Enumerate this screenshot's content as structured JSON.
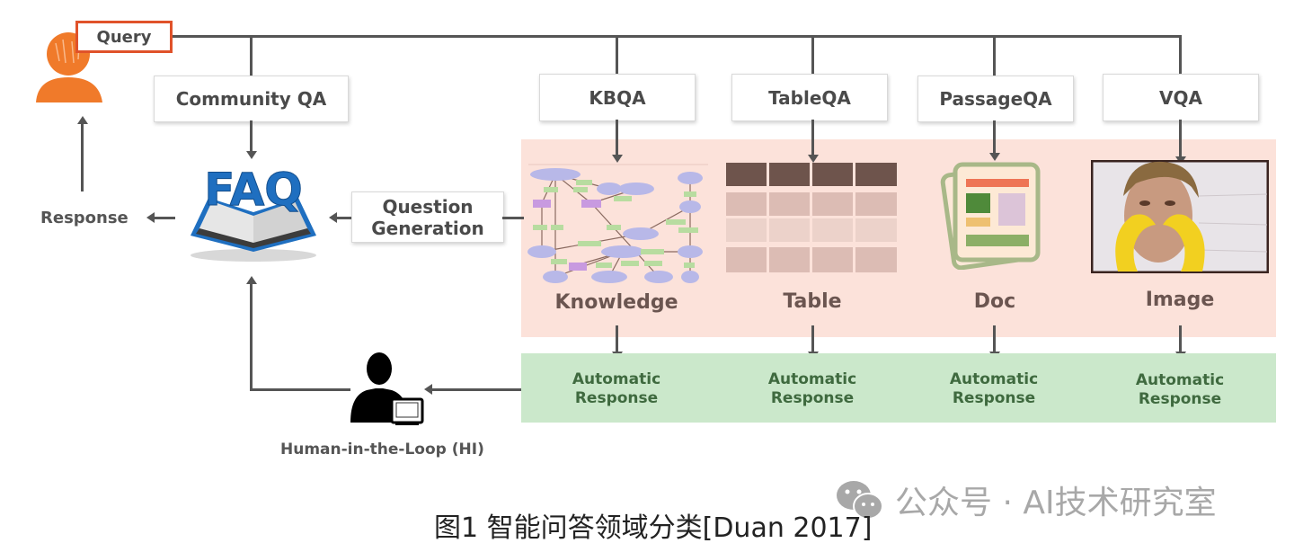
{
  "diagram": {
    "query": "Query",
    "response": "Response",
    "community_qa": "Community QA",
    "faq": "FAQ",
    "question_generation": [
      "Question",
      "Generation"
    ],
    "human_in_loop": "Human-in-the-Loop (HI)",
    "qa_types": [
      {
        "label": "KBQA",
        "resource": "Knowledge",
        "output": [
          "Automatic",
          "Response"
        ]
      },
      {
        "label": "TableQA",
        "resource": "Table",
        "output": [
          "Automatic",
          "Response"
        ]
      },
      {
        "label": "PassageQA",
        "resource": "Doc",
        "output": [
          "Automatic",
          "Response"
        ]
      },
      {
        "label": "VQA",
        "resource": "Image",
        "output": [
          "Automatic",
          "Response"
        ]
      }
    ],
    "icons": {
      "user": "user-orange-icon",
      "faq_book": "faq-book-icon",
      "knowledge_graph": "knowledge-graph-icon",
      "table": "table-icon",
      "doc": "document-icon",
      "image": "photo-image",
      "human": "human-operator-icon"
    },
    "colors": {
      "query_border": "#e0522a",
      "user_orange": "#f07a2a",
      "resource_panel": "#fce2da",
      "output_panel": "#cbe8cb",
      "faq_blue": "#1f6fc0",
      "output_text": "#3f6a3f"
    }
  },
  "caption": "图1 智能问答领域分类[Duan 2017]",
  "watermark": "公众号 · AI技术研究室"
}
